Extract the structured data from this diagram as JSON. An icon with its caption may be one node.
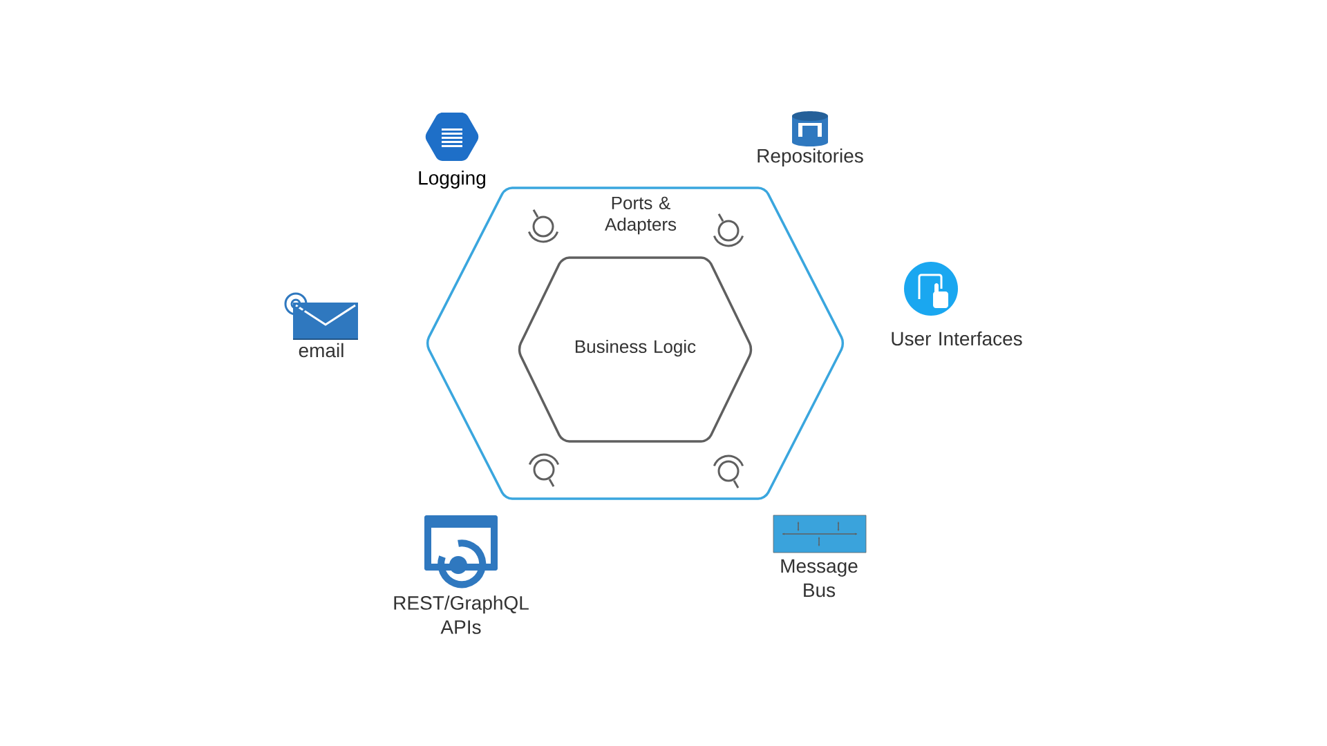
{
  "diagram": {
    "nodes": [
      {
        "text": [
          "Ports & Adapters"
        ]
      },
      {
        "text": [
          "Business Logic"
        ],
        "in": 0
      }
    ],
    "labels": [
      "Logging",
      "Repositories",
      "User Interfaces",
      "email",
      "REST/GraphQL APIs",
      "Message Bus"
    ]
  }
}
